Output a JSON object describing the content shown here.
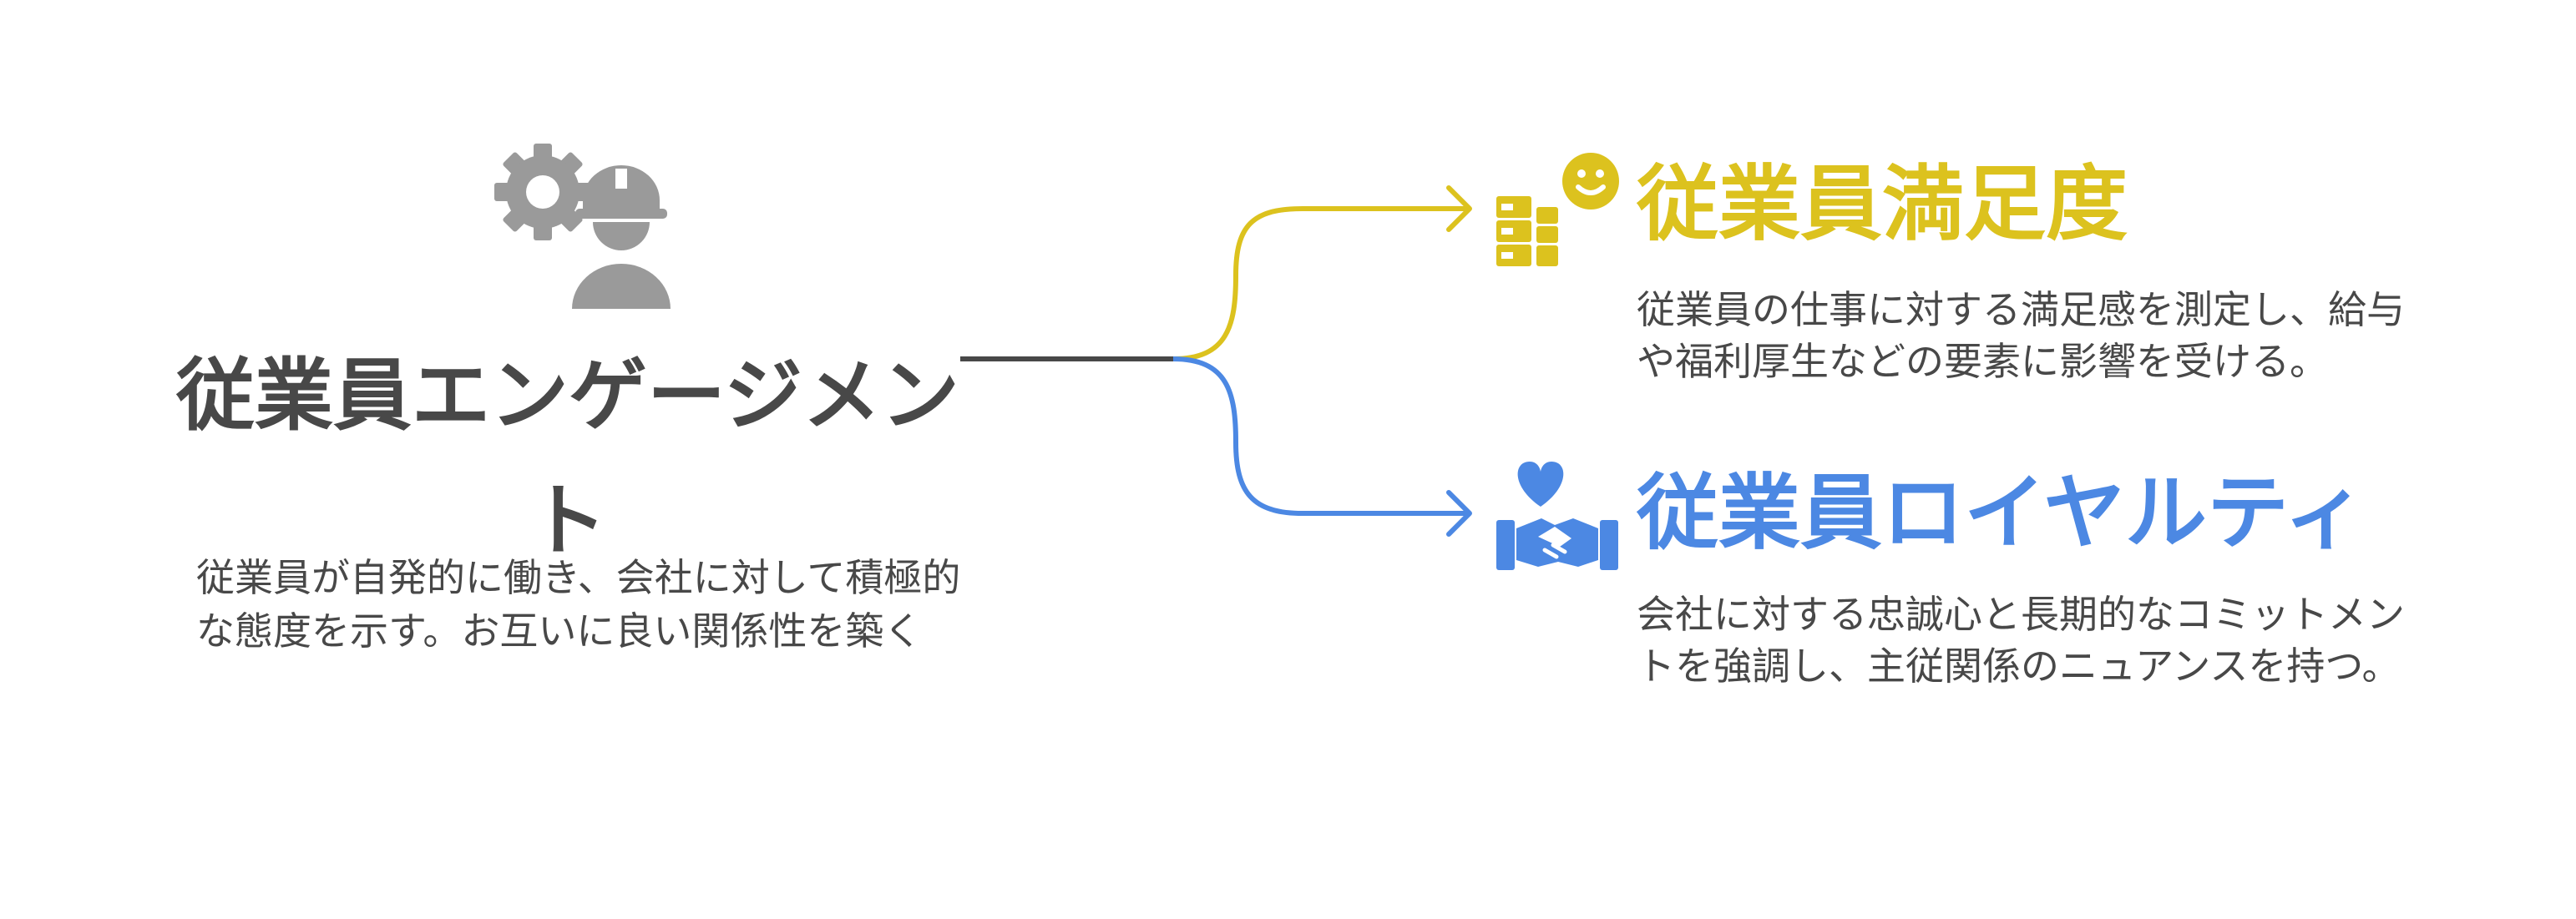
{
  "root": {
    "title": "従業員エンゲージメント",
    "description": "従業員が自発的に働き、会社に対して積極的な態度を示す。お互いに良い関係性を築く",
    "icon": "gear-worker-icon",
    "color": "#484848"
  },
  "branches": [
    {
      "title": "従業員満足度",
      "description": "従業員の仕事に対する満足感を測定し、給与や福利厚生などの要素に影響を受ける。",
      "icon": "satisfaction-smile-icon",
      "color": "#dcc21e"
    },
    {
      "title": "従業員ロイヤルティ",
      "description": "会社に対する忠誠心と長期的なコミットメントを強調し、主従関係のニュアンスを持つ。",
      "icon": "heart-handshake-icon",
      "color": "#4c88e3"
    }
  ]
}
